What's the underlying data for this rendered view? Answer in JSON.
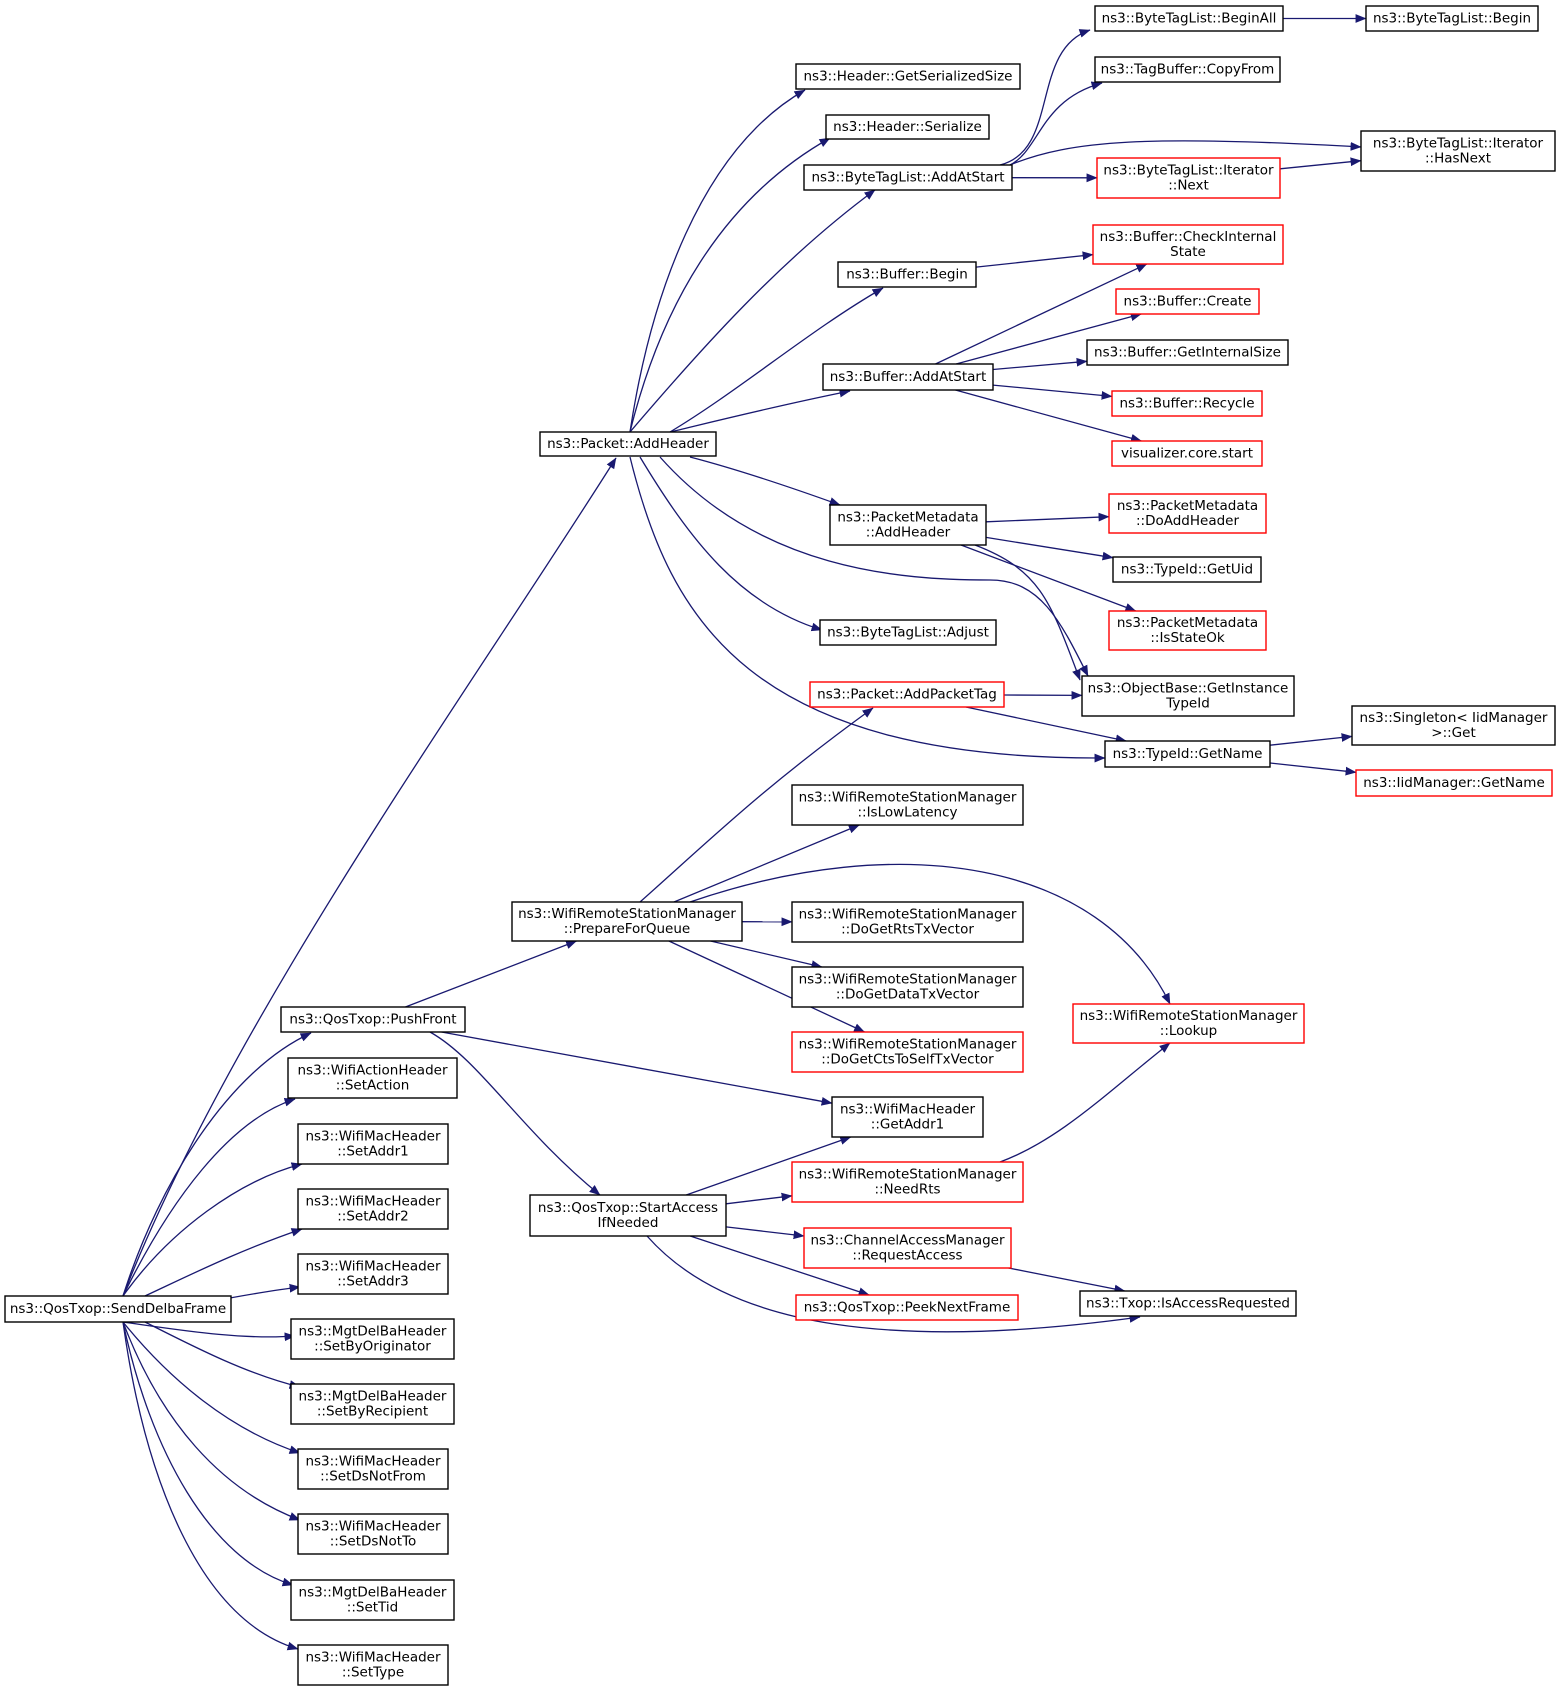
{
  "colors": {
    "edge": "#191970",
    "node_border": "#000000",
    "node_border_truncated": "#ff0000",
    "root_fill": "#bfbfbf"
  },
  "nodes": [
    {
      "id": "n0",
      "lines": [
        "ns3::QosTxop::SendDelbaFrame"
      ],
      "style": "root"
    },
    {
      "id": "n1",
      "lines": [
        "ns3::Packet::AddHeader"
      ],
      "style": "normal"
    },
    {
      "id": "n2",
      "lines": [
        "ns3::QosTxop::PushFront"
      ],
      "style": "normal"
    },
    {
      "id": "n3",
      "lines": [
        "ns3::WifiActionHeader",
        "::SetAction"
      ],
      "style": "normal"
    },
    {
      "id": "n4",
      "lines": [
        "ns3::WifiMacHeader",
        "::SetAddr1"
      ],
      "style": "normal"
    },
    {
      "id": "n5",
      "lines": [
        "ns3::WifiMacHeader",
        "::SetAddr2"
      ],
      "style": "normal"
    },
    {
      "id": "n6",
      "lines": [
        "ns3::WifiMacHeader",
        "::SetAddr3"
      ],
      "style": "normal"
    },
    {
      "id": "n7",
      "lines": [
        "ns3::MgtDelBaHeader",
        "::SetByOriginator"
      ],
      "style": "normal"
    },
    {
      "id": "n8",
      "lines": [
        "ns3::MgtDelBaHeader",
        "::SetByRecipient"
      ],
      "style": "normal"
    },
    {
      "id": "n9",
      "lines": [
        "ns3::WifiMacHeader",
        "::SetDsNotFrom"
      ],
      "style": "normal"
    },
    {
      "id": "n10",
      "lines": [
        "ns3::WifiMacHeader",
        "::SetDsNotTo"
      ],
      "style": "normal"
    },
    {
      "id": "n11",
      "lines": [
        "ns3::MgtDelBaHeader",
        "::SetTid"
      ],
      "style": "normal"
    },
    {
      "id": "n12",
      "lines": [
        "ns3::WifiMacHeader",
        "::SetType"
      ],
      "style": "normal"
    },
    {
      "id": "n13",
      "lines": [
        "ns3::Header::GetSerializedSize"
      ],
      "style": "normal"
    },
    {
      "id": "n14",
      "lines": [
        "ns3::Header::Serialize"
      ],
      "style": "normal"
    },
    {
      "id": "n15",
      "lines": [
        "ns3::ByteTagList::AddAtStart"
      ],
      "style": "normal"
    },
    {
      "id": "n16",
      "lines": [
        "ns3::Buffer::Begin"
      ],
      "style": "normal"
    },
    {
      "id": "n17",
      "lines": [
        "ns3::Buffer::AddAtStart"
      ],
      "style": "normal"
    },
    {
      "id": "n18",
      "lines": [
        "ns3::PacketMetadata",
        "::AddHeader"
      ],
      "style": "normal"
    },
    {
      "id": "n19",
      "lines": [
        "ns3::ByteTagList::Adjust"
      ],
      "style": "normal"
    },
    {
      "id": "n20",
      "lines": [
        "ns3::ObjectBase::GetInstance",
        "TypeId"
      ],
      "style": "normal"
    },
    {
      "id": "n21",
      "lines": [
        "ns3::TypeId::GetName"
      ],
      "style": "normal"
    },
    {
      "id": "n22",
      "lines": [
        "ns3::ByteTagList::BeginAll"
      ],
      "style": "normal"
    },
    {
      "id": "n23",
      "lines": [
        "ns3::ByteTagList::Begin"
      ],
      "style": "normal"
    },
    {
      "id": "n24",
      "lines": [
        "ns3::TagBuffer::CopyFrom"
      ],
      "style": "normal"
    },
    {
      "id": "n25",
      "lines": [
        "ns3::ByteTagList::Iterator",
        "::HasNext"
      ],
      "style": "normal"
    },
    {
      "id": "n26",
      "lines": [
        "ns3::ByteTagList::Iterator",
        "::Next"
      ],
      "style": "truncated"
    },
    {
      "id": "n27",
      "lines": [
        "ns3::Buffer::CheckInternal",
        "State"
      ],
      "style": "truncated"
    },
    {
      "id": "n28",
      "lines": [
        "ns3::Buffer::Create"
      ],
      "style": "truncated"
    },
    {
      "id": "n29",
      "lines": [
        "ns3::Buffer::GetInternalSize"
      ],
      "style": "normal"
    },
    {
      "id": "n30",
      "lines": [
        "ns3::Buffer::Recycle"
      ],
      "style": "truncated"
    },
    {
      "id": "n31",
      "lines": [
        "visualizer.core.start"
      ],
      "style": "truncated"
    },
    {
      "id": "n32",
      "lines": [
        "ns3::PacketMetadata",
        "::DoAddHeader"
      ],
      "style": "truncated"
    },
    {
      "id": "n33",
      "lines": [
        "ns3::TypeId::GetUid"
      ],
      "style": "normal"
    },
    {
      "id": "n34",
      "lines": [
        "ns3::PacketMetadata",
        "::IsStateOk"
      ],
      "style": "truncated"
    },
    {
      "id": "n35",
      "lines": [
        "ns3::Singleton< IidManager",
        " >::Get"
      ],
      "style": "normal"
    },
    {
      "id": "n36",
      "lines": [
        "ns3::IidManager::GetName"
      ],
      "style": "truncated"
    },
    {
      "id": "n37",
      "lines": [
        "ns3::WifiRemoteStationManager",
        "::PrepareForQueue"
      ],
      "style": "normal"
    },
    {
      "id": "n38",
      "lines": [
        "ns3::WifiMacHeader",
        "::GetAddr1"
      ],
      "style": "normal"
    },
    {
      "id": "n39",
      "lines": [
        "ns3::QosTxop::StartAccess",
        "IfNeeded"
      ],
      "style": "normal"
    },
    {
      "id": "n40",
      "lines": [
        "ns3::Packet::AddPacketTag"
      ],
      "style": "truncated"
    },
    {
      "id": "n41",
      "lines": [
        "ns3::WifiRemoteStationManager",
        "::IsLowLatency"
      ],
      "style": "normal"
    },
    {
      "id": "n42",
      "lines": [
        "ns3::WifiRemoteStationManager",
        "::DoGetRtsTxVector"
      ],
      "style": "normal"
    },
    {
      "id": "n43",
      "lines": [
        "ns3::WifiRemoteStationManager",
        "::DoGetDataTxVector"
      ],
      "style": "normal"
    },
    {
      "id": "n44",
      "lines": [
        "ns3::WifiRemoteStationManager",
        "::DoGetCtsToSelfTxVector"
      ],
      "style": "truncated"
    },
    {
      "id": "n45",
      "lines": [
        "ns3::WifiRemoteStationManager",
        "::Lookup"
      ],
      "style": "truncated"
    },
    {
      "id": "n46",
      "lines": [
        "ns3::WifiRemoteStationManager",
        "::NeedRts"
      ],
      "style": "truncated"
    },
    {
      "id": "n47",
      "lines": [
        "ns3::ChannelAccessManager",
        "::RequestAccess"
      ],
      "style": "truncated"
    },
    {
      "id": "n48",
      "lines": [
        "ns3::QosTxop::PeekNextFrame"
      ],
      "style": "truncated"
    },
    {
      "id": "n49",
      "lines": [
        "ns3::Txop::IsAccessRequested"
      ],
      "style": "normal"
    }
  ],
  "edges": [
    [
      "n0",
      "n1"
    ],
    [
      "n0",
      "n2"
    ],
    [
      "n0",
      "n3"
    ],
    [
      "n0",
      "n4"
    ],
    [
      "n0",
      "n5"
    ],
    [
      "n0",
      "n6"
    ],
    [
      "n0",
      "n7"
    ],
    [
      "n0",
      "n8"
    ],
    [
      "n0",
      "n9"
    ],
    [
      "n0",
      "n10"
    ],
    [
      "n0",
      "n11"
    ],
    [
      "n0",
      "n12"
    ],
    [
      "n1",
      "n13"
    ],
    [
      "n1",
      "n14"
    ],
    [
      "n1",
      "n15"
    ],
    [
      "n1",
      "n16"
    ],
    [
      "n1",
      "n17"
    ],
    [
      "n1",
      "n18"
    ],
    [
      "n1",
      "n19"
    ],
    [
      "n1",
      "n20"
    ],
    [
      "n1",
      "n21"
    ],
    [
      "n15",
      "n22"
    ],
    [
      "n15",
      "n24"
    ],
    [
      "n15",
      "n25"
    ],
    [
      "n15",
      "n26"
    ],
    [
      "n22",
      "n23"
    ],
    [
      "n26",
      "n25"
    ],
    [
      "n16",
      "n27"
    ],
    [
      "n17",
      "n27"
    ],
    [
      "n17",
      "n28"
    ],
    [
      "n17",
      "n29"
    ],
    [
      "n17",
      "n30"
    ],
    [
      "n17",
      "n31"
    ],
    [
      "n18",
      "n32"
    ],
    [
      "n18",
      "n33"
    ],
    [
      "n18",
      "n34"
    ],
    [
      "n18",
      "n20"
    ],
    [
      "n21",
      "n35"
    ],
    [
      "n21",
      "n36"
    ],
    [
      "n40",
      "n20"
    ],
    [
      "n40",
      "n21"
    ],
    [
      "n2",
      "n37"
    ],
    [
      "n2",
      "n38"
    ],
    [
      "n2",
      "n39"
    ],
    [
      "n37",
      "n40"
    ],
    [
      "n37",
      "n41"
    ],
    [
      "n37",
      "n42"
    ],
    [
      "n37",
      "n43"
    ],
    [
      "n37",
      "n44"
    ],
    [
      "n37",
      "n45"
    ],
    [
      "n39",
      "n38"
    ],
    [
      "n39",
      "n46"
    ],
    [
      "n39",
      "n47"
    ],
    [
      "n39",
      "n48"
    ],
    [
      "n39",
      "n49"
    ],
    [
      "n46",
      "n45"
    ],
    [
      "n47",
      "n49"
    ]
  ]
}
